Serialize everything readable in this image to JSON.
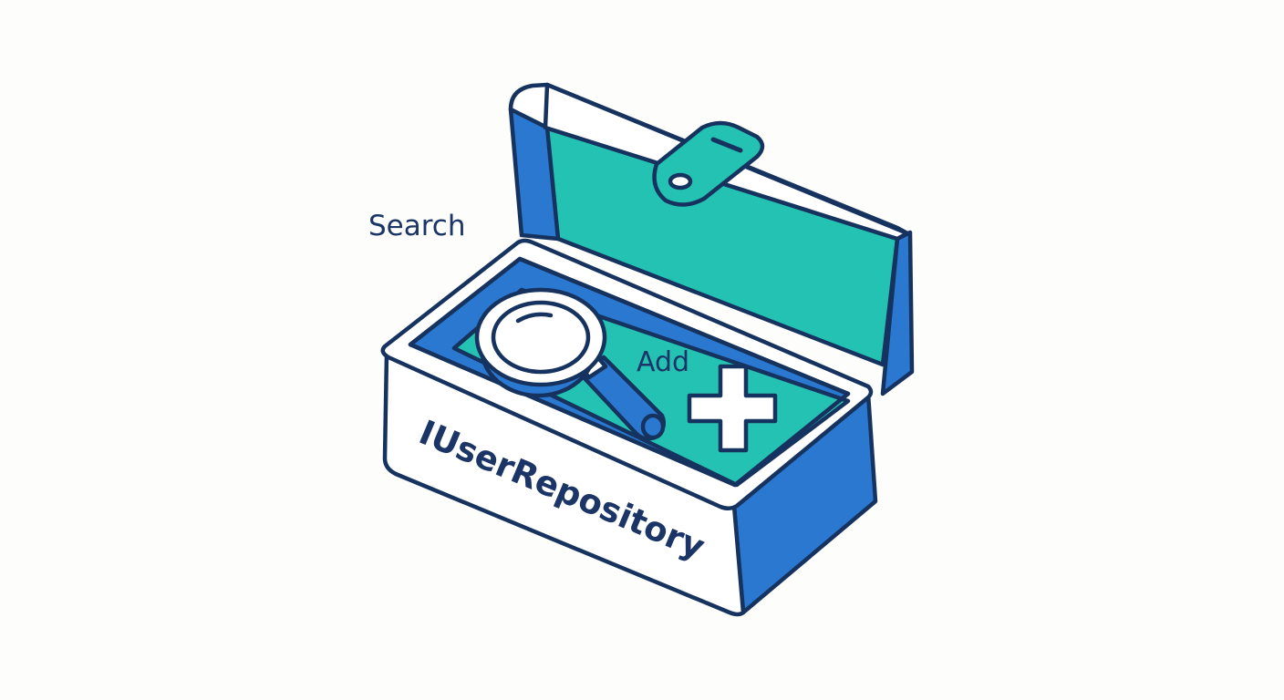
{
  "labels": {
    "search": "Search",
    "add": "Add",
    "box_title": "IUserRepository"
  },
  "icons": [
    "toolbox-icon",
    "magnifying-glass-icon",
    "plus-icon",
    "latch-icon"
  ],
  "colors": {
    "outline": "#16335f",
    "blue": "#2b78d0",
    "teal": "#24c2b2",
    "white": "#ffffff",
    "background": "#fdfdfb",
    "text": "#1a3566"
  }
}
